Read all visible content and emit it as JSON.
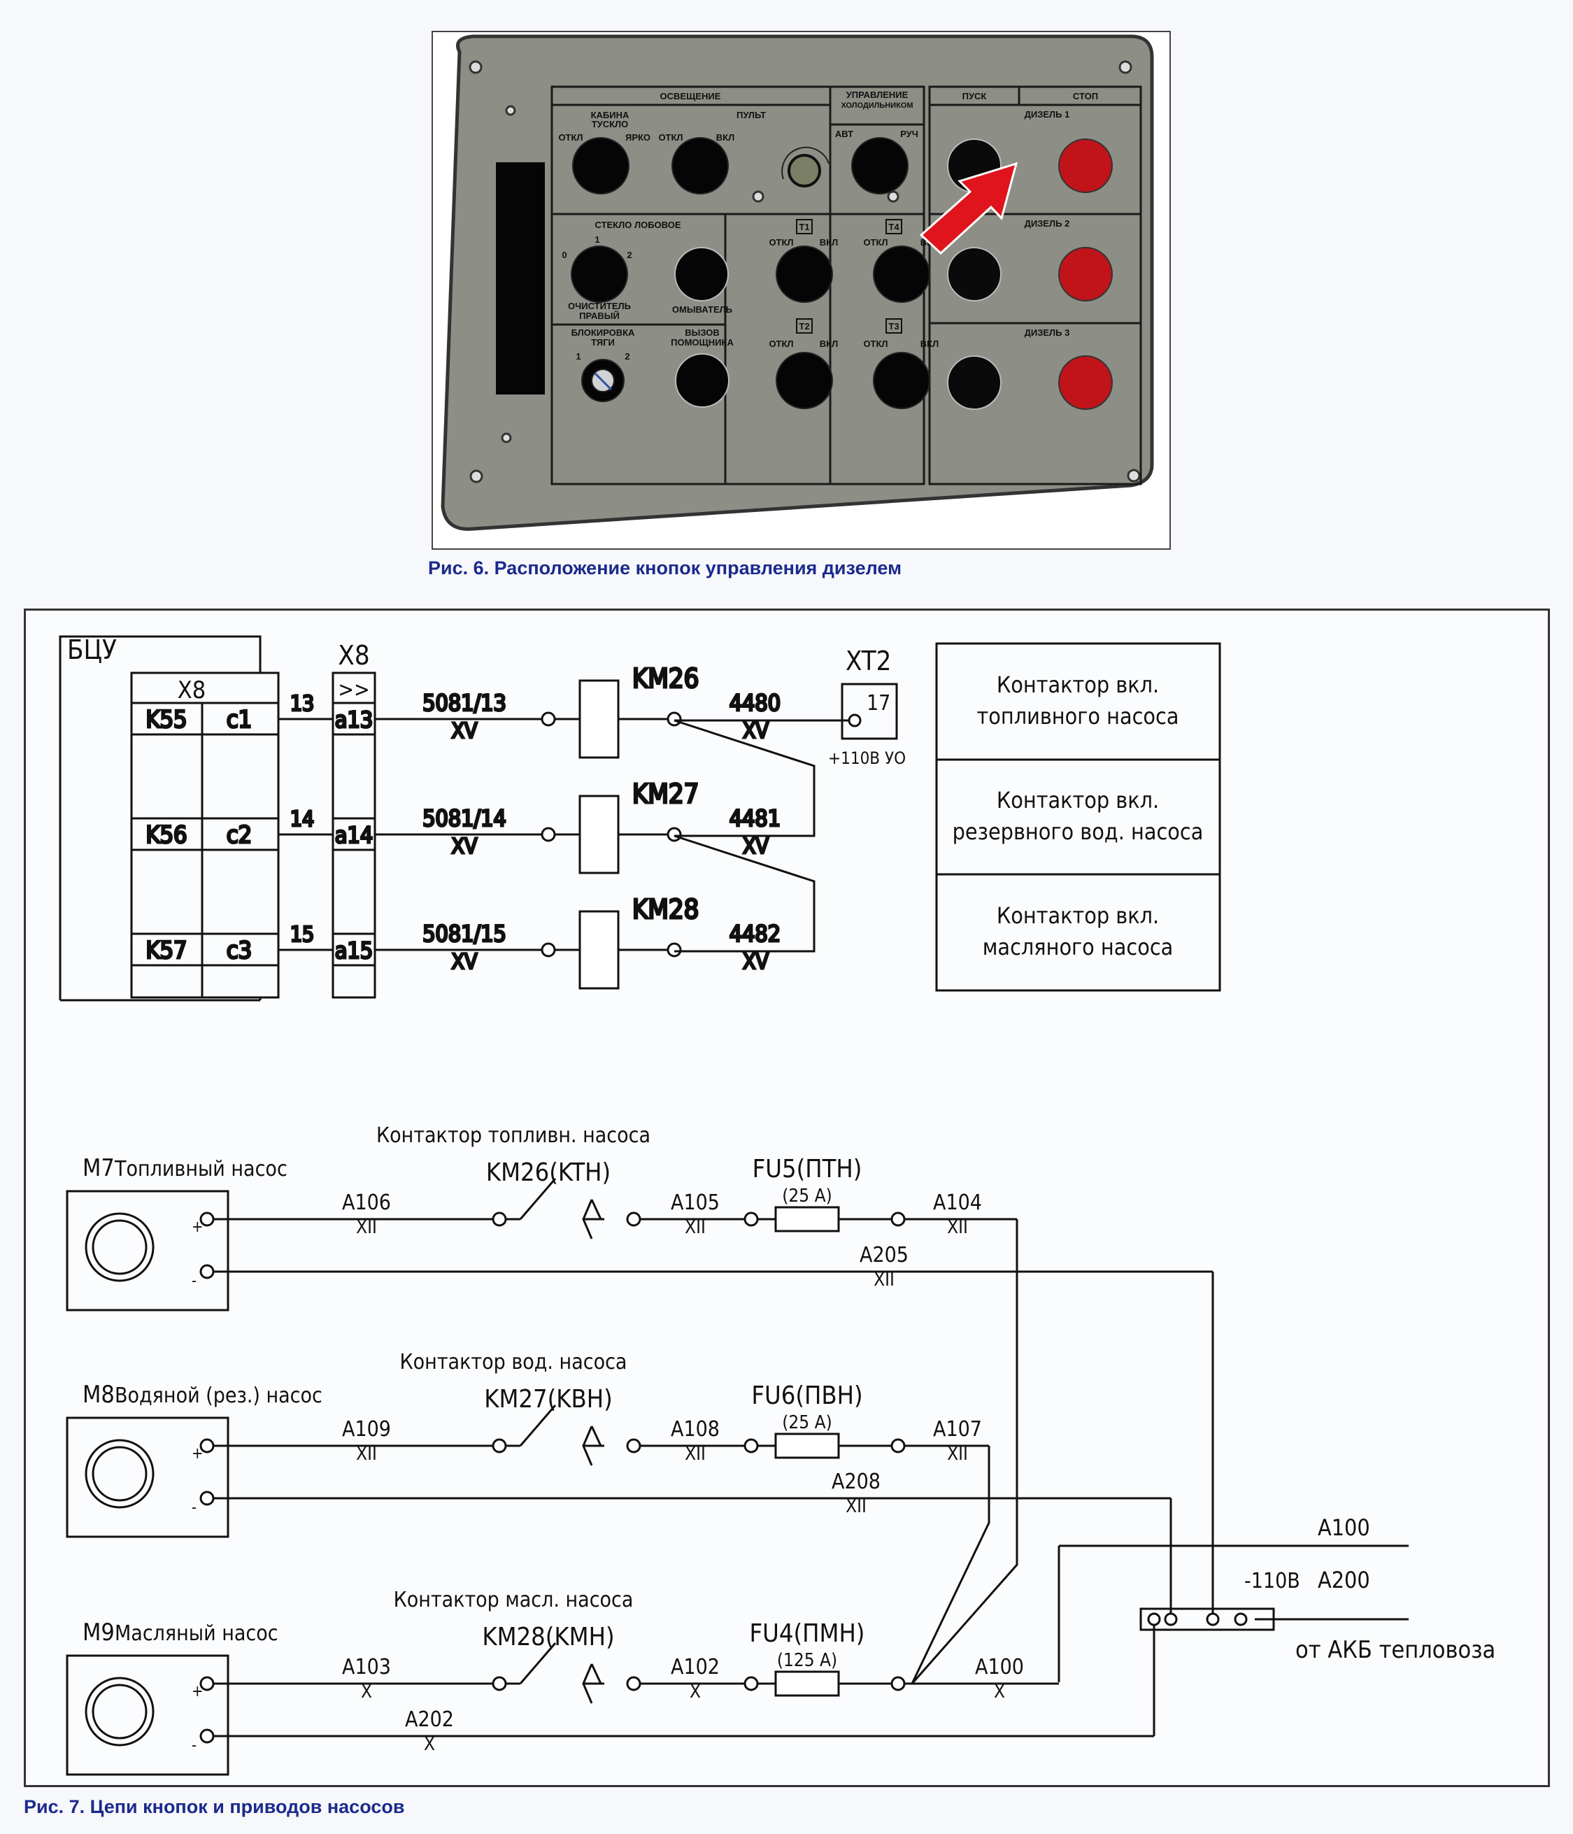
{
  "fig6": {
    "caption": "Рис. 6. Расположение кнопок управления дизелем",
    "panel": {
      "lighting": {
        "title": "ОСВЕЩЕНИЕ",
        "cabin_label_1": "КАБИНА",
        "cabin_label_2": "ТУСКЛО",
        "cabin_left": "ОТКЛ",
        "cabin_right": "ЯРКО",
        "console_title": "ПУЛЬТ",
        "console_left": "ОТКЛ",
        "console_right": "ВКЛ"
      },
      "cooler": {
        "title_1": "УПРАВЛЕНИЕ",
        "title_2": "ХОЛОДИЛЬНИКОМ",
        "left": "АВТ",
        "right": "РУЧ"
      },
      "windshield": {
        "title": "СТЕКЛО ЛОБОВОЕ",
        "pos_0": "0",
        "pos_1": "1",
        "pos_2": "2",
        "wiper_1": "ОЧИСТИТЕЛЬ",
        "wiper_2": "ПРАВЫЙ",
        "washer": "ОМЫВАТЕЛЬ"
      },
      "traction_lock": {
        "title_1": "БЛОКИРОВКА",
        "title_2": "ТЯГИ",
        "pos_1": "1",
        "pos_2": "2"
      },
      "assistant_call": {
        "title_1": "ВЫЗОВ",
        "title_2": "ПОМОЩНИКА"
      },
      "traction_motors": [
        {
          "tag": "T1",
          "left": "ОТКЛ",
          "right": "ВКЛ"
        },
        {
          "tag": "T4",
          "left": "ОТКЛ",
          "right": "ВКЛ"
        },
        {
          "tag": "T2",
          "left": "ОТКЛ",
          "right": "ВКЛ"
        },
        {
          "tag": "T3",
          "left": "ОТКЛ",
          "right": "ВКЛ"
        }
      ],
      "diesel": {
        "start_header": "ПУСК",
        "stop_header": "СТОП",
        "rows": [
          {
            "label": "ДИЗЕЛЬ 1"
          },
          {
            "label": "ДИЗЕЛЬ 2"
          },
          {
            "label": "ДИЗЕЛЬ 3"
          }
        ],
        "start_color": "#0a0a0a",
        "stop_color": "#c0141a"
      },
      "pointer_color": "#e0141c",
      "panel_color": "#8d8f87"
    }
  },
  "fig7": {
    "caption": "Рис. 7. Цепи кнопок и приводов насосов",
    "top": {
      "bcu_label": "БЦУ",
      "connector_inner": "X8",
      "connector_outer": "X8",
      "plug_symbol": ">>",
      "rows": [
        {
          "k": "K55",
          "c": "c1",
          "wire": "13",
          "pin": "a13",
          "line": "5081/13",
          "bundle": "XV",
          "relay": "KM26",
          "out": "4480",
          "out_bundle": "XV"
        },
        {
          "k": "K56",
          "c": "c2",
          "wire": "14",
          "pin": "a14",
          "line": "5081/14",
          "bundle": "XV",
          "relay": "KM27",
          "out": "4481",
          "out_bundle": "XV"
        },
        {
          "k": "K57",
          "c": "c3",
          "wire": "15",
          "pin": "a15",
          "line": "5081/15",
          "bundle": "XV",
          "relay": "KM28",
          "out": "4482",
          "out_bundle": "XV"
        }
      ],
      "xt2": {
        "label": "XT2",
        "pin": "17",
        "note": "+110В УО"
      },
      "legend": [
        {
          "line1": "Контактор вкл.",
          "line2": "топливного насоса"
        },
        {
          "line1": "Контактор вкл.",
          "line2": "резервного вод. насоса"
        },
        {
          "line1": "Контактор вкл.",
          "line2": "масляного насоса"
        }
      ]
    },
    "pumps": [
      {
        "motor": "M7",
        "name": "Топливный насос",
        "contactor_title": "Контактор топливн. насоса",
        "contactor": "KM26(KTH)",
        "w_plus": "A106",
        "b_plus": "XII",
        "w_mid": "A105",
        "b_mid": "XII",
        "fuse": "FU5(ПТН)",
        "fuse_rating": "(25 A)",
        "w_out": "A104",
        "b_out": "XII",
        "w_neg": "A205",
        "b_neg": "XII"
      },
      {
        "motor": "M8",
        "name": "Водяной (рез.) насос",
        "contactor_title": "Контактор вод. насоса",
        "contactor": "KM27(KBH)",
        "w_plus": "A109",
        "b_plus": "XII",
        "w_mid": "A108",
        "b_mid": "XII",
        "fuse": "FU6(ПВН)",
        "fuse_rating": "(25 A)",
        "w_out": "A107",
        "b_out": "XII",
        "w_neg": "A208",
        "b_neg": "XII"
      },
      {
        "motor": "M9",
        "name": "Масляный насос",
        "contactor_title": "Контактор масл. насоса",
        "contactor": "KM28(KMH)",
        "w_plus": "A103",
        "b_plus": "X",
        "w_mid": "A102",
        "b_mid": "X",
        "fuse": "FU4(ПМН)",
        "fuse_rating": "(125 A)",
        "w_out": "A100",
        "b_out": "X",
        "w_neg": "A202",
        "b_neg": "X"
      }
    ],
    "supply": {
      "a100": "A100",
      "a200": "A200",
      "neg_label": "-110B",
      "source": "от АКБ тепловоза"
    },
    "pin_plus": "+",
    "pin_minus": "-"
  }
}
